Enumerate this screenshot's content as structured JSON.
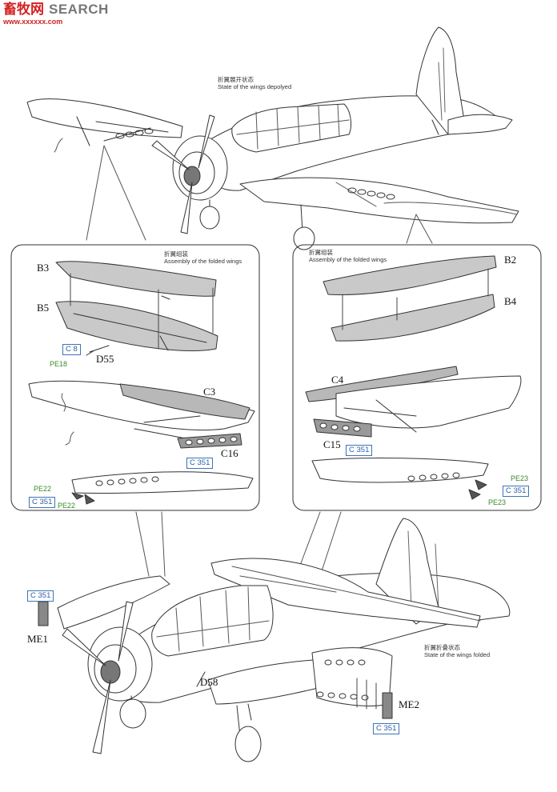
{
  "watermark": {
    "cn": "畜牧网",
    "en": "",
    "search": "SEARCH",
    "url": "www.xxxxxx.com"
  },
  "top_caption": {
    "cn": "折翼展开状态",
    "en": "State of the wings depolyed"
  },
  "left_box": {
    "caption_cn": "折翼组装",
    "caption_en": "Assembly of the folded wings",
    "parts": {
      "b3": "B3",
      "b5": "B5",
      "d55": "D55",
      "c3": "C3",
      "c16": "C16"
    },
    "tags": {
      "c8": "C  8",
      "c351_a": "C 351",
      "c351_b": "C 351"
    },
    "pe": {
      "pe18": "PE18",
      "pe22_a": "PE22",
      "pe22_b": "PE22"
    }
  },
  "right_box": {
    "caption_cn": "折翼组装",
    "caption_en": "Assembly of the folded wings",
    "parts": {
      "b2": "B2",
      "b4": "B4",
      "c4": "C4",
      "c15": "C15"
    },
    "tags": {
      "c351_a": "C 351",
      "c351_b": "C 351"
    },
    "pe": {
      "pe23_a": "PE23",
      "pe23_b": "PE23"
    }
  },
  "bottom": {
    "caption_cn": "折翼折叠状态",
    "caption_en": "State of the wings folded",
    "parts": {
      "me1": "ME1",
      "me2": "ME2",
      "d58": "D58"
    },
    "tags": {
      "c351_a": "C 351",
      "c351_b": "C 351"
    }
  }
}
